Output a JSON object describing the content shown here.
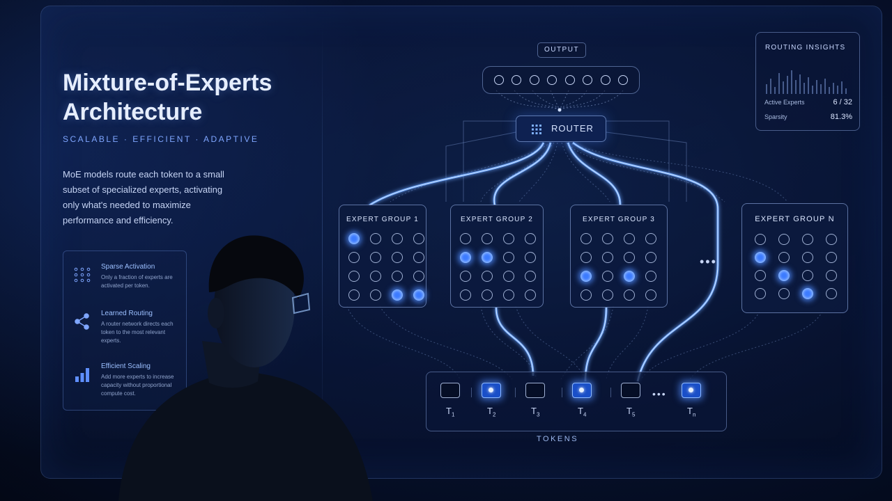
{
  "header": {
    "title": "Mixture-of-Experts Architecture",
    "tagline": "SCALABLE · EFFICIENT · ADAPTIVE",
    "description": "MoE models route each token to a small subset of specialized experts, activating only what's needed to maximize performance and efficiency."
  },
  "features": [
    {
      "title": "Sparse Activation",
      "desc": "Only a fraction of experts are activated per token.",
      "icon": "dots-grid-icon"
    },
    {
      "title": "Learned Routing",
      "desc": "A router network directs each token to the most relevant experts.",
      "icon": "share-nodes-icon"
    },
    {
      "title": "Efficient Scaling",
      "desc": "Add more experts to increase capacity without proportional compute cost.",
      "icon": "bar-chart-icon"
    }
  ],
  "diagram": {
    "output_label": "OUTPUT",
    "output_nodes": 8,
    "router_label": "ROUTER",
    "tokens_label": "TOKENS",
    "groups": [
      {
        "title": "EXPERT GROUP 1",
        "active": [
          0,
          14,
          15
        ]
      },
      {
        "title": "EXPERT GROUP 2",
        "active": [
          4,
          5
        ]
      },
      {
        "title": "EXPERT GROUP 3",
        "active": [
          8,
          10
        ]
      },
      {
        "title": "EXPERT GROUP N",
        "active": [
          4,
          9,
          14
        ]
      }
    ],
    "tokens": [
      {
        "base": "T",
        "sub": "1",
        "active": false
      },
      {
        "base": "T",
        "sub": "2",
        "active": true
      },
      {
        "base": "T",
        "sub": "3",
        "active": false
      },
      {
        "base": "T",
        "sub": "4",
        "active": true
      },
      {
        "base": "T",
        "sub": "5",
        "active": false
      },
      {
        "base": "T",
        "sub": "n",
        "active": true
      }
    ]
  },
  "insights": {
    "title": "ROUTING INSIGHTS",
    "active_experts_label": "Active Experts",
    "active_experts_value": "6 / 32",
    "sparsity_label": "Sparsity",
    "sparsity_value": "81.3%"
  },
  "colors": {
    "accent": "#3c7bff",
    "wire_glow": "#6fa8ff",
    "background": "#071230"
  }
}
